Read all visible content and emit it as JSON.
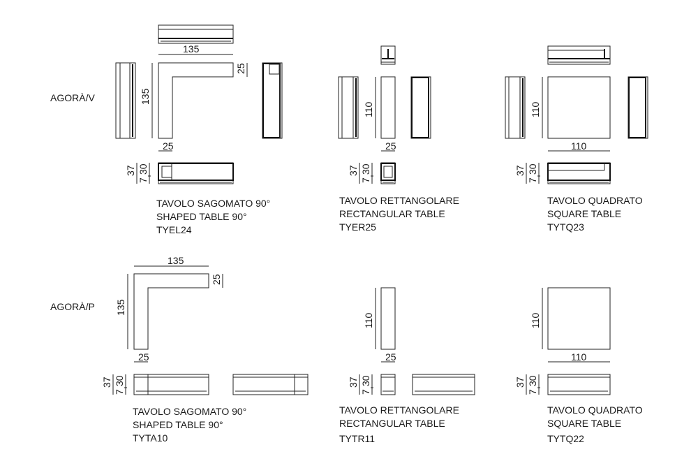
{
  "rows": [
    {
      "label": "AGORÀ/V",
      "items": [
        {
          "name_it": "TAVOLO SAGOMATO 90°",
          "name_en": "SHAPED TABLE 90°",
          "code": "TYEL24",
          "dims": {
            "w": "135",
            "d": "135",
            "arm": "25",
            "arm2": "25",
            "h1": "37",
            "h2": "7",
            "h3": "30"
          }
        },
        {
          "name_it": "TAVOLO RETTANGOLARE",
          "name_en": "RECTANGULAR TABLE",
          "code": "TYER25",
          "dims": {
            "l": "110",
            "w": "25",
            "h1": "37",
            "h2": "7",
            "h3": "30"
          }
        },
        {
          "name_it": "TAVOLO QUADRATO",
          "name_en": "SQUARE TABLE",
          "code": "TYTQ23",
          "dims": {
            "l": "110",
            "w": "110",
            "h1": "37",
            "h2": "7",
            "h3": "30"
          }
        }
      ]
    },
    {
      "label": "AGORÀ/P",
      "items": [
        {
          "name_it": "TAVOLO SAGOMATO 90°",
          "name_en": "SHAPED TABLE 90°",
          "code": "TYTA10",
          "dims": {
            "w": "135",
            "d": "135",
            "arm": "25",
            "arm2": "25",
            "h1": "37",
            "h2": "7",
            "h3": "30"
          }
        },
        {
          "name_it": "TAVOLO RETTANGOLARE",
          "name_en": "RECTANGULAR TABLE",
          "code": "TYTR11",
          "dims": {
            "l": "110",
            "w": "25",
            "h1": "37",
            "h2": "7",
            "h3": "30"
          }
        },
        {
          "name_it": "TAVOLO QUADRATO",
          "name_en": "SQUARE TABLE",
          "code": "TYTQ22",
          "dims": {
            "l": "110",
            "w": "110",
            "h1": "37",
            "h2": "7",
            "h3": "30"
          }
        }
      ]
    }
  ]
}
